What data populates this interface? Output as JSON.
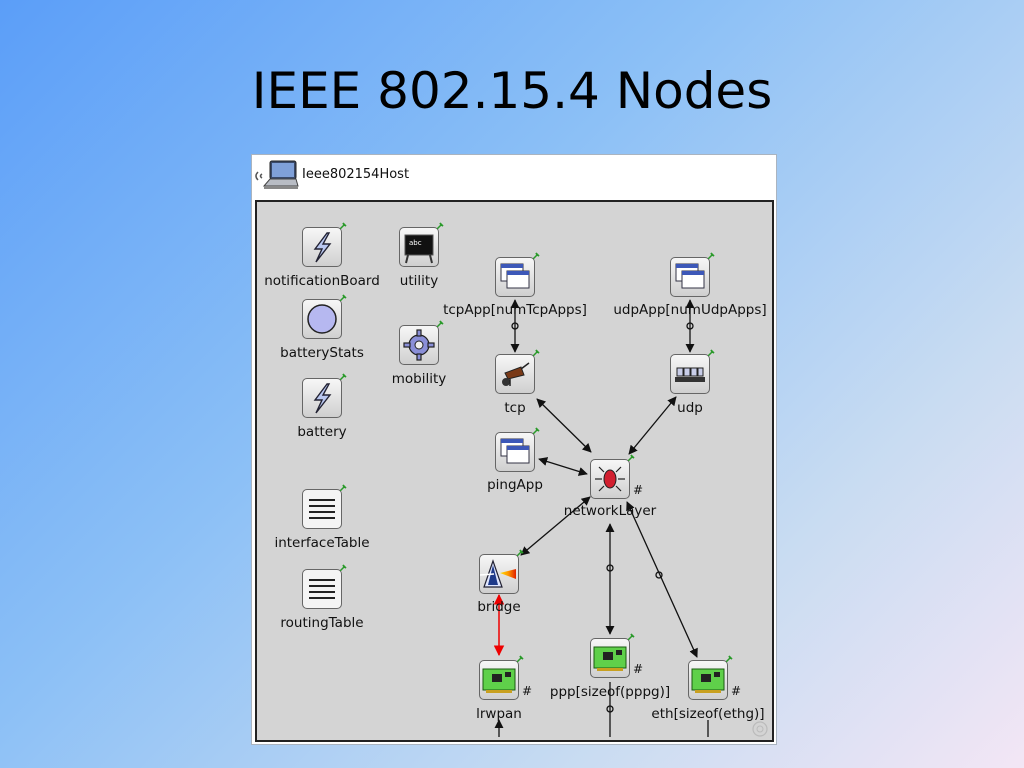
{
  "slide": {
    "title": "IEEE 802.15.4 Nodes"
  },
  "window": {
    "title": "Ieee802154Host"
  },
  "modules": {
    "notificationBoard": "notificationBoard",
    "utility": "utility",
    "batteryStats": "batteryStats",
    "mobility": "mobility",
    "battery": "battery",
    "interfaceTable": "interfaceTable",
    "routingTable": "routingTable",
    "tcpApp": "tcpApp[numTcpApps]",
    "udpApp": "udpApp[numUdpApps]",
    "tcp": "tcp",
    "udp": "udp",
    "pingApp": "pingApp",
    "networkLayer": "networkLayer",
    "bridge": "bridge",
    "lrwpan": "lrwpan",
    "ppp": "ppp[sizeof(pppg)]",
    "eth": "eth[sizeof(ethg)]"
  },
  "markers": {
    "hash": "#"
  },
  "icon_names": [
    "laptop-icon",
    "lightning-icon",
    "blackboard-icon",
    "circle-icon",
    "gear-icon",
    "window-icon",
    "wheelbarrow-icon",
    "queue-icon",
    "router-icon",
    "prism-icon",
    "network-card-icon"
  ]
}
